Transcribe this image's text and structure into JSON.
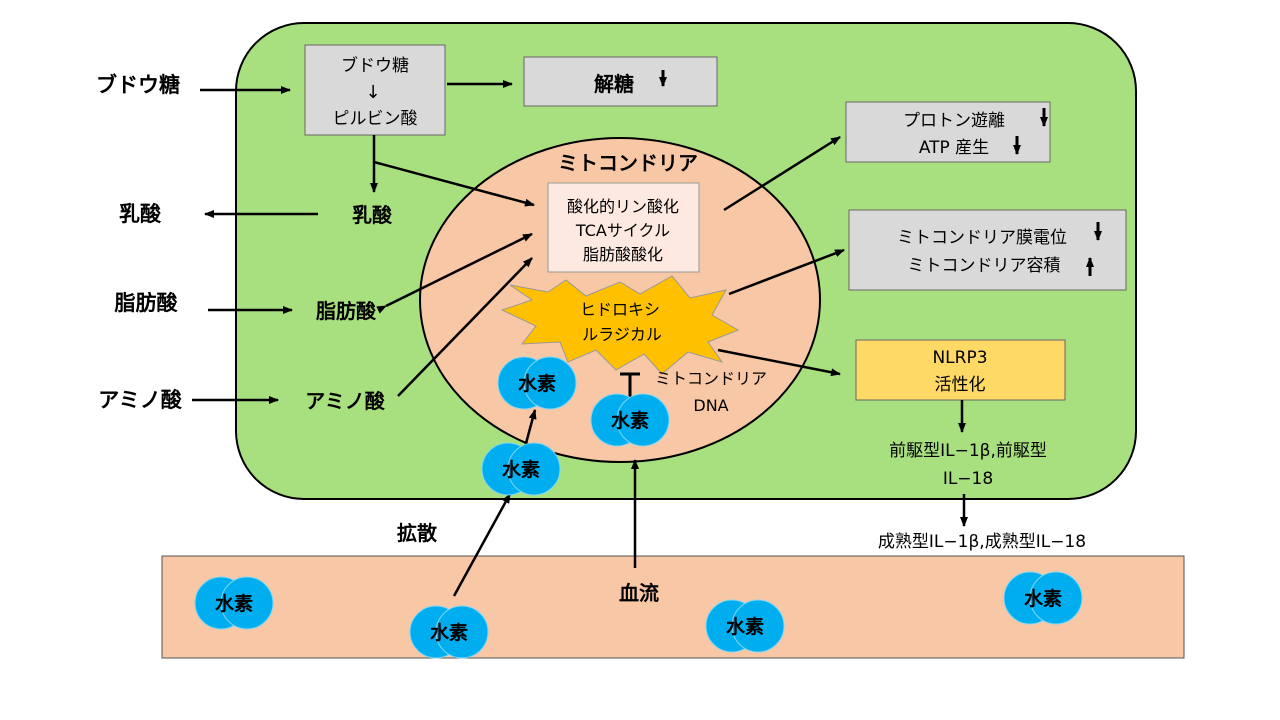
{
  "left_inputs": {
    "glucose": "ブドウ糖",
    "lactate": "乳酸",
    "fatty_acid": "脂肪酸",
    "amino_acid": "アミノ酸"
  },
  "cell": {
    "glucose_box": {
      "line1": "ブドウ糖",
      "arrow": "↓",
      "line2": "ピルビン酸"
    },
    "glycolysis": "解糖",
    "lactate": "乳酸",
    "fatty_acid": "脂肪酸",
    "amino_acid": "アミノ酸",
    "proton_box": {
      "line1": "プロトン遊離",
      "line2": "ATP 産生"
    },
    "membrane_box": {
      "line1": "ミトコンドリア膜電位",
      "line2": "ミトコンドリア容積"
    },
    "nlrp3_box": {
      "line1": "NLRP3",
      "line2": "活性化"
    },
    "pro_il": {
      "line1": "前駆型IL−1β,前駆型",
      "line2": "IL−18"
    }
  },
  "mitochondria": {
    "title": "ミトコンドリア",
    "process_box": {
      "line1": "酸化的リン酸化",
      "line2": "TCAサイクル",
      "line3": "脂肪酸酸化"
    },
    "radical": {
      "line1": "ヒドロキシ",
      "line2": "ルラジカル"
    },
    "mtdna": {
      "line1": "ミトコンドリア",
      "line2": "DNA"
    }
  },
  "hydrogen_label": "水素",
  "diffusion": "拡散",
  "mature_il": "成熟型IL−1β,成熟型IL−18",
  "blood_flow": "血流",
  "colors": {
    "cell_fill": "#a9e07f",
    "mito_fill": "#f8c7a5",
    "blood_fill": "#f8c7a5",
    "hydrogen": "#00aeef",
    "radical": "#ffc000",
    "nlrp3": "#ffd966",
    "grey_box": "#d9d9d9",
    "process_box": "#fde9df"
  }
}
